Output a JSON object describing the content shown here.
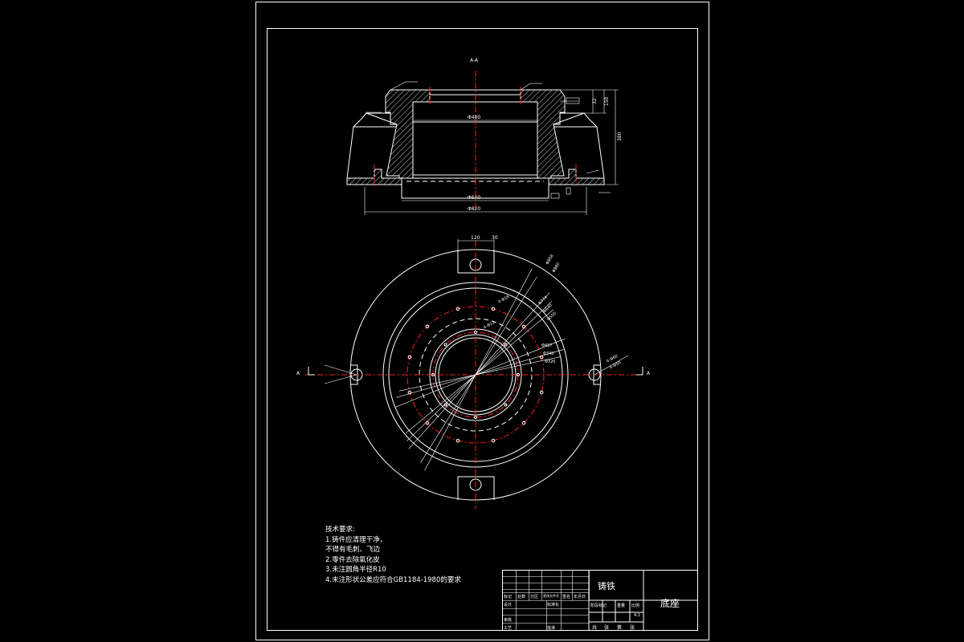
{
  "section": {
    "label": "A-A",
    "dim_inner_dia": "Φ480",
    "dim_base_inner": "Φ640",
    "dim_base_outer": "Φ820",
    "dim_height": "380",
    "dim_step": "150",
    "dim_side": "32"
  },
  "plan_view": {
    "dim_slot_width": "120",
    "dim_slot_offset": "30",
    "dim_holes_1": "4-Φ18",
    "dim_holes_2": "4-Φ12",
    "dim_circles": [
      "Φ858",
      "Φ880",
      "Φ774",
      "Φ640",
      "Φ550",
      "Φ457",
      "Φ340",
      "Φ320"
    ],
    "dim_side_holes_1": "4-Φ60",
    "dim_side_holes_2": "4-Φ50",
    "section_mark": "A"
  },
  "notes": {
    "title": "技术要求:",
    "items": [
      "1.铸件应清理干净，",
      "  不得有毛刺、飞边",
      "2.零件去除氧化皮",
      "3.未注圆角半径R10",
      "4.未注形状公差应符合GB1184-1980的要求"
    ]
  },
  "title_block": {
    "material": "铸铁",
    "part_name": "底座",
    "scale": "4:1",
    "row_labels": [
      "标记",
      "处数",
      "分区",
      "更改文件号",
      "签名",
      "年月日"
    ],
    "role_labels": [
      "设计",
      "审核",
      "工艺",
      "标准化",
      "批准"
    ],
    "stage_labels": [
      "阶段标记",
      "重量",
      "比例"
    ],
    "sheet_labels": [
      "共",
      "张",
      "第",
      "张"
    ]
  }
}
